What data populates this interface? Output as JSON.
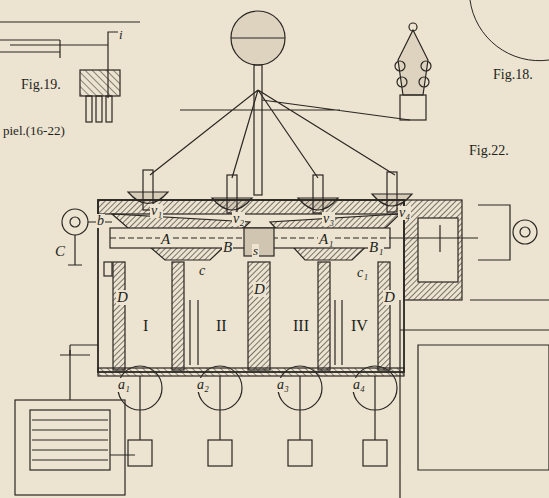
{
  "diagram": {
    "labels": [
      "Fig.19.",
      "i",
      "Fig.18.",
      "piel.(16-22)",
      "Fig.22.",
      "v₁",
      "v₂",
      "v₃",
      "v₄",
      "A",
      "B",
      "A₁",
      "B₁",
      "b",
      "C",
      "c",
      "c₁",
      "s",
      "D",
      "D",
      "D",
      "I",
      "II",
      "III",
      "IV",
      "a₁",
      "a₂",
      "a₃",
      "a₄"
    ]
  }
}
